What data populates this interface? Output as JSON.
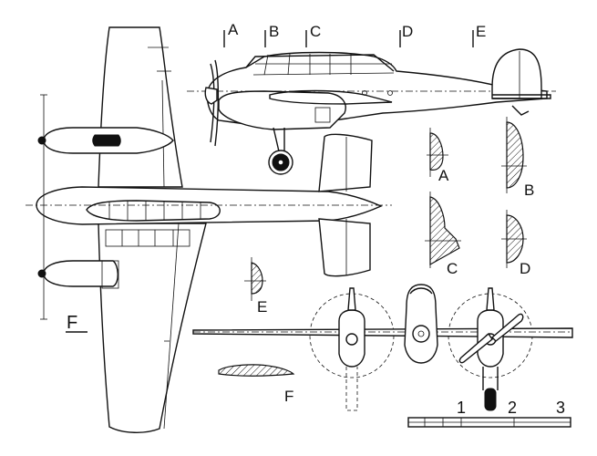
{
  "section_labels": {
    "a_top": "A",
    "b_top": "B",
    "c_top": "C",
    "d_top": "D",
    "e_top": "E",
    "a_sec": "A",
    "b_sec": "B",
    "c_sec": "C",
    "d_sec": "D",
    "e_sec": "E",
    "f_plan": "F",
    "f_airfoil": "F"
  },
  "scale_bar": {
    "labels": [
      "1",
      "2",
      "3"
    ]
  },
  "colors": {
    "ink": "#111111",
    "paper": "#ffffff"
  }
}
